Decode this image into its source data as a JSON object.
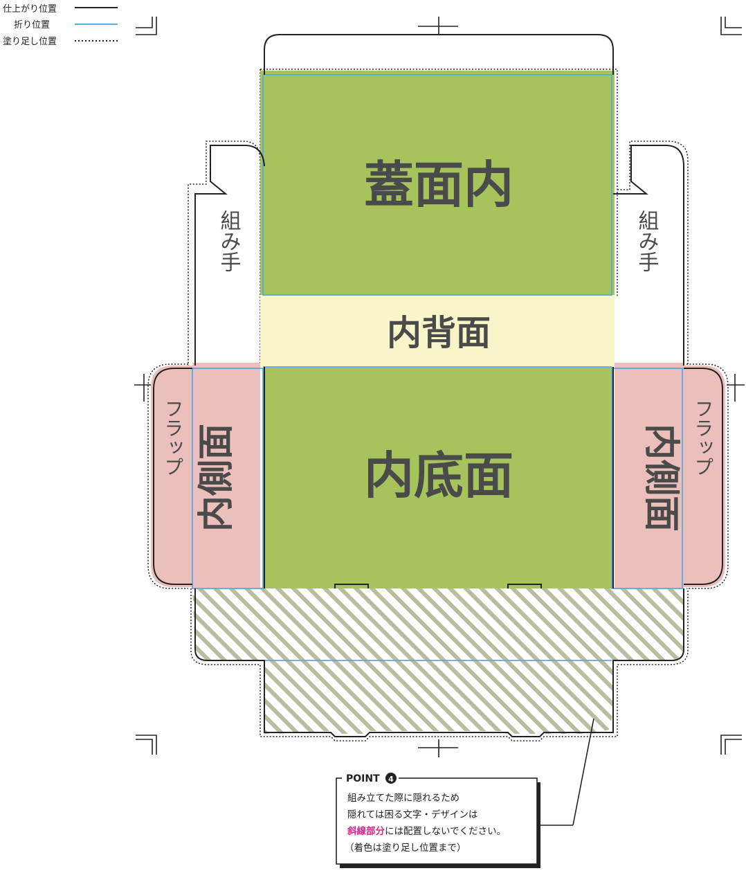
{
  "legend": {
    "trim_label": "仕上がり位置",
    "fold_label": "折り位置",
    "bleed_label": "塗り足し位置"
  },
  "panels": {
    "lid_inner": "蓋面内",
    "back_inner": "内背面",
    "bottom_inner": "内底面",
    "side_left": "内側面",
    "side_right": "内側面",
    "tab_left": "組み手",
    "tab_right": "組み手",
    "flap_left": "フラップ",
    "flap_right": "フラップ"
  },
  "point": {
    "title": "POINT",
    "number": "4",
    "line1": "組み立てた際に隠れるため",
    "line2": "隠れては困る文字・デザインは",
    "line3_highlight": "斜線部分",
    "line3_rest": "には配置しないでください。",
    "line4": "（着色は塗り足し位置まで）"
  },
  "colors": {
    "green": "#a6c35c",
    "cream": "#f8f6c8",
    "pink": "#ebbfbb",
    "fold_blue": "#5aa9e0",
    "hatch": "#b9bea0",
    "highlight": "#e0208a",
    "outline": "#222222"
  }
}
